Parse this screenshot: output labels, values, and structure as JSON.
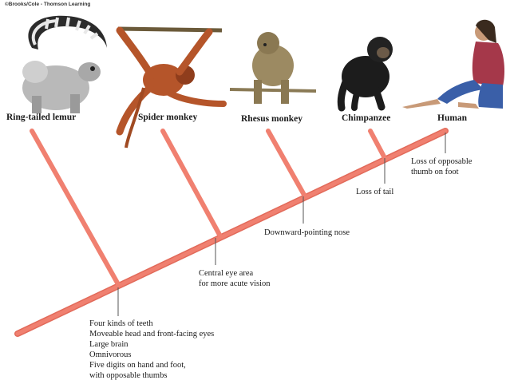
{
  "copyright": "©Brooks/Cole - Thomson Learning",
  "taxa": [
    {
      "label": "Ring-tailed lemur",
      "icon": "lemur-illustration"
    },
    {
      "label": "Spider monkey",
      "icon": "spider-monkey-illustration"
    },
    {
      "label": "Rhesus monkey",
      "icon": "rhesus-monkey-illustration"
    },
    {
      "label": "Chimpanzee",
      "icon": "chimpanzee-illustration"
    },
    {
      "label": "Human",
      "icon": "human-illustration"
    }
  ],
  "traits": {
    "root": [
      "Four kinds of teeth",
      "Moveable head and front-facing eyes",
      "Large brain",
      "Omnivorous",
      "Five digits on hand and foot,",
      "with opposable thumbs"
    ],
    "central_eye": [
      "Central eye area",
      "for more acute vision"
    ],
    "nose": [
      "Downward-pointing nose"
    ],
    "tail": [
      "Loss of tail"
    ],
    "thumb": [
      "Loss of opposable",
      "thumb on foot"
    ]
  },
  "colors": {
    "branch": "#f08070",
    "branch_edge": "#e26a5a",
    "tick": "#555555"
  }
}
